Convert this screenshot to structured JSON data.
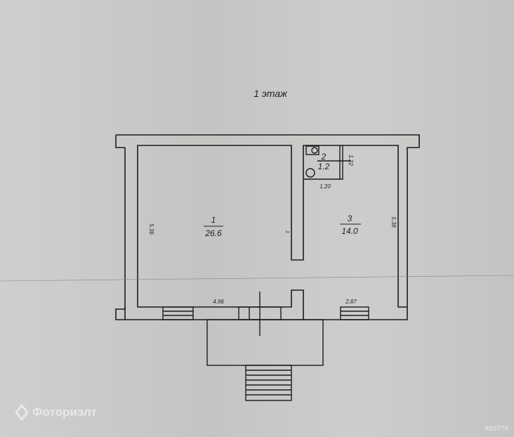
{
  "title": "1 этаж",
  "rooms": [
    {
      "number": "1",
      "area": "26.6"
    },
    {
      "number": "2",
      "area": "1.2"
    },
    {
      "number": "3",
      "area": "14.0"
    }
  ],
  "dimensions": {
    "left_height": "5.36",
    "right_height": "5.38",
    "bottom_left": "4.96",
    "bottom_right": "2.87",
    "wc_width": "1.20",
    "wc_depth": "1.22",
    "partition_mark": "1"
  },
  "watermark": {
    "brand": "Фоториэлт",
    "code": "A85774"
  }
}
